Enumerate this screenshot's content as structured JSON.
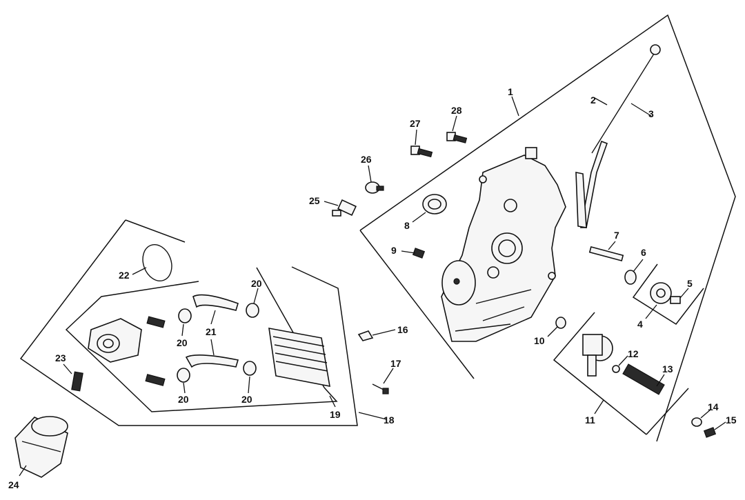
{
  "diagram": {
    "callouts": [
      "1",
      "2",
      "3",
      "4",
      "5",
      "6",
      "7",
      "8",
      "9",
      "10",
      "11",
      "12",
      "13",
      "14",
      "15",
      "16",
      "17",
      "18",
      "19",
      "20",
      "21",
      "22",
      "23",
      "24",
      "25",
      "26",
      "27",
      "28"
    ]
  }
}
